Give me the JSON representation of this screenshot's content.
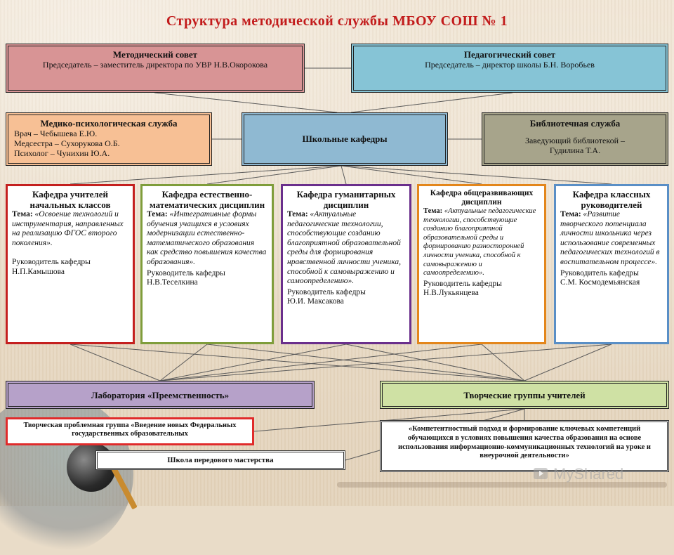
{
  "title": "Структура методической службы МБОУ СОШ № 1",
  "methodical_council": {
    "heading": "Методический совет",
    "text": "Председатель – заместитель директора по УВР Н.В.Окорокова"
  },
  "pedagogical_council": {
    "heading": "Педагогический совет",
    "text": "Председатель – директор школы Б.Н. Воробьев"
  },
  "med_psych_service": {
    "heading": "Медико-психологическая служба",
    "lines": [
      "Врач – Чебышева Е.Ю.",
      "Медсестра – Сухорукова О.Б.",
      "Психолог – Чунихин Ю.А."
    ]
  },
  "school_departments": {
    "heading": "Школьные кафедры"
  },
  "library_service": {
    "heading": "Библиотечная служба",
    "lines": [
      "Заведующий библиотекой –",
      "Гудилина Т.А."
    ]
  },
  "departments": [
    {
      "heading": "Кафедра учителей начальных классов",
      "theme_label": "Тема:",
      "theme": "«Освоение технологий и инструментария, направленных на реализацию ФГОС второго поколения».",
      "leader_label": "Руководитель кафедры",
      "leader": "Н.П.Камышова"
    },
    {
      "heading": "Кафедра естественно-математических дисциплин",
      "theme_label": "Тема:",
      "theme": "«Интегративные формы обучения учащихся в условиях модернизации естественно-математического образования как средство повышения качества образования».",
      "leader_label": "Руководитель кафедры",
      "leader": "Н.В.Теселкина"
    },
    {
      "heading": "Кафедра гуманитарных дисциплин",
      "theme_label": "Тема:",
      "theme": "«Актуальные педагогические технологии, способствующие созданию благоприятной образовательной среды для формирования нравственной личности ученика, способной к самовыражению и самоопределению».",
      "leader_label": "Руководитель кафедры",
      "leader": "Ю.И. Максакова"
    },
    {
      "heading": "Кафедра общеразвивающих дисциплин",
      "theme_label": "Тема:",
      "theme": "«Актуальные педагогические технологии, способствующие созданию благоприятной образовательной среды и формированию разносторонней личности ученика, способной к самовыражению и самоопределению».",
      "leader_label": "Руководитель кафедры",
      "leader": "Н.В.Лукьянцева"
    },
    {
      "heading": "Кафедра классных руководителей",
      "theme_label": "Тема:",
      "theme": "«Развитие творческого потенциала личности школьника через использование современных педагогических технологий в воспитательном процессе».",
      "leader_label": "Руководитель кафедры",
      "leader": "С.М. Космодемьянская"
    }
  ],
  "laboratory": {
    "heading": "Лаборатория «Преемственность»"
  },
  "creative_groups": {
    "heading": "Творческие группы учителей"
  },
  "problem_group": {
    "text": "Творческая проблемная группа «Введение новых Федеральных  государственных образовательных"
  },
  "school_mastery": {
    "text": "Школа передового мастерства"
  },
  "competence": {
    "text": "«Компетентностный подход и формирование ключевых компетенций обучающихся в условиях повышения качества образования на основе использования информационно-коммуникационных технологий на уроке и внеурочной деятельности»"
  },
  "watermark": {
    "text": "MyShared"
  }
}
